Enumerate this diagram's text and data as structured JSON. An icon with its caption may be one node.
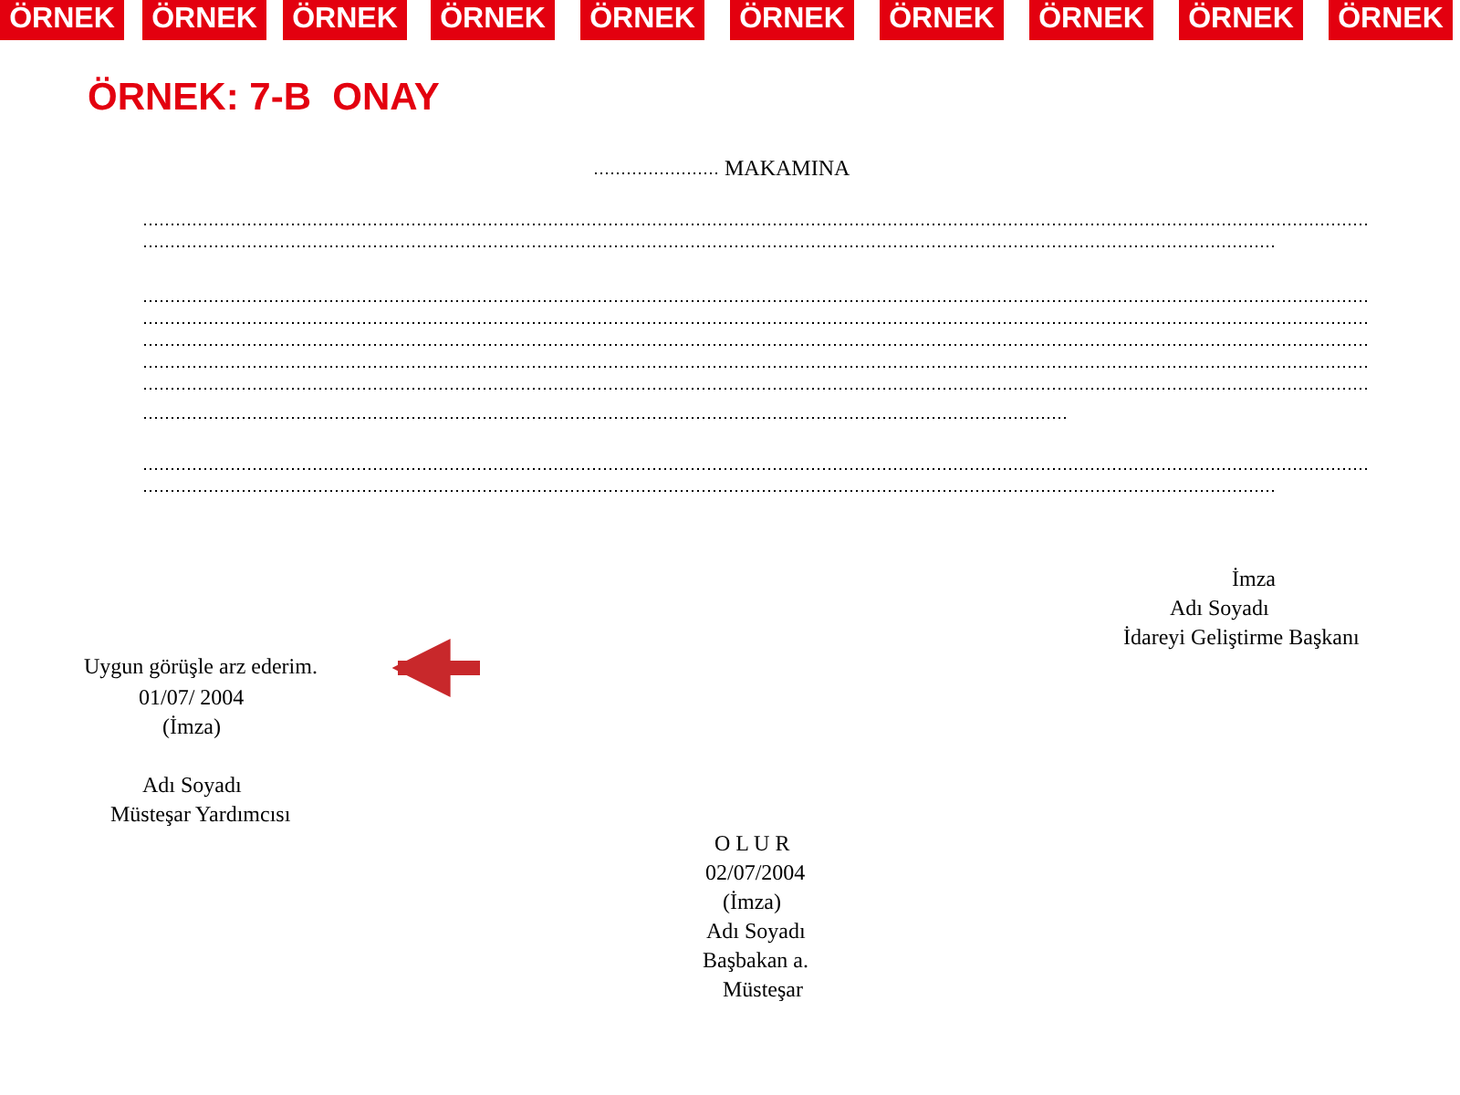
{
  "diagram": {
    "title": "ÖRNEK: 7-B  ONAY",
    "nodes": [
      {
        "text": [
          "ÖRNEK"
        ]
      },
      {
        "text": [
          "ÖRNEK"
        ]
      },
      {
        "text": [
          "ÖRNEK"
        ]
      },
      {
        "text": [
          "ÖRNEK"
        ]
      },
      {
        "text": [
          "ÖRNEK"
        ]
      },
      {
        "text": [
          "ÖRNEK"
        ]
      },
      {
        "text": [
          "ÖRNEK"
        ]
      },
      {
        "text": [
          "ÖRNEK"
        ]
      },
      {
        "text": [
          "ÖRNEK"
        ]
      },
      {
        "text": [
          "ÖRNEK"
        ]
      },
      {
        "text": [
          "Uygun görüşle arz ederim."
        ]
      }
    ],
    "edges": [
      {
        "from": null,
        "to": 10,
        "arrow": "to",
        "color": "#c8282b"
      }
    ],
    "labels": [
      "MAKAMINA",
      "İmza",
      "Adı Soyadı",
      "İdareyi Geliştirme Başkanı",
      "01/07/ 2004",
      "(İmza)",
      "Adı Soyadı",
      "Müsteşar Yardımcısı",
      "O L U R",
      "02/07/2004",
      "(İmza)",
      "Adı Soyadı",
      "Başbakan a.",
      "Müsteşar"
    ]
  }
}
